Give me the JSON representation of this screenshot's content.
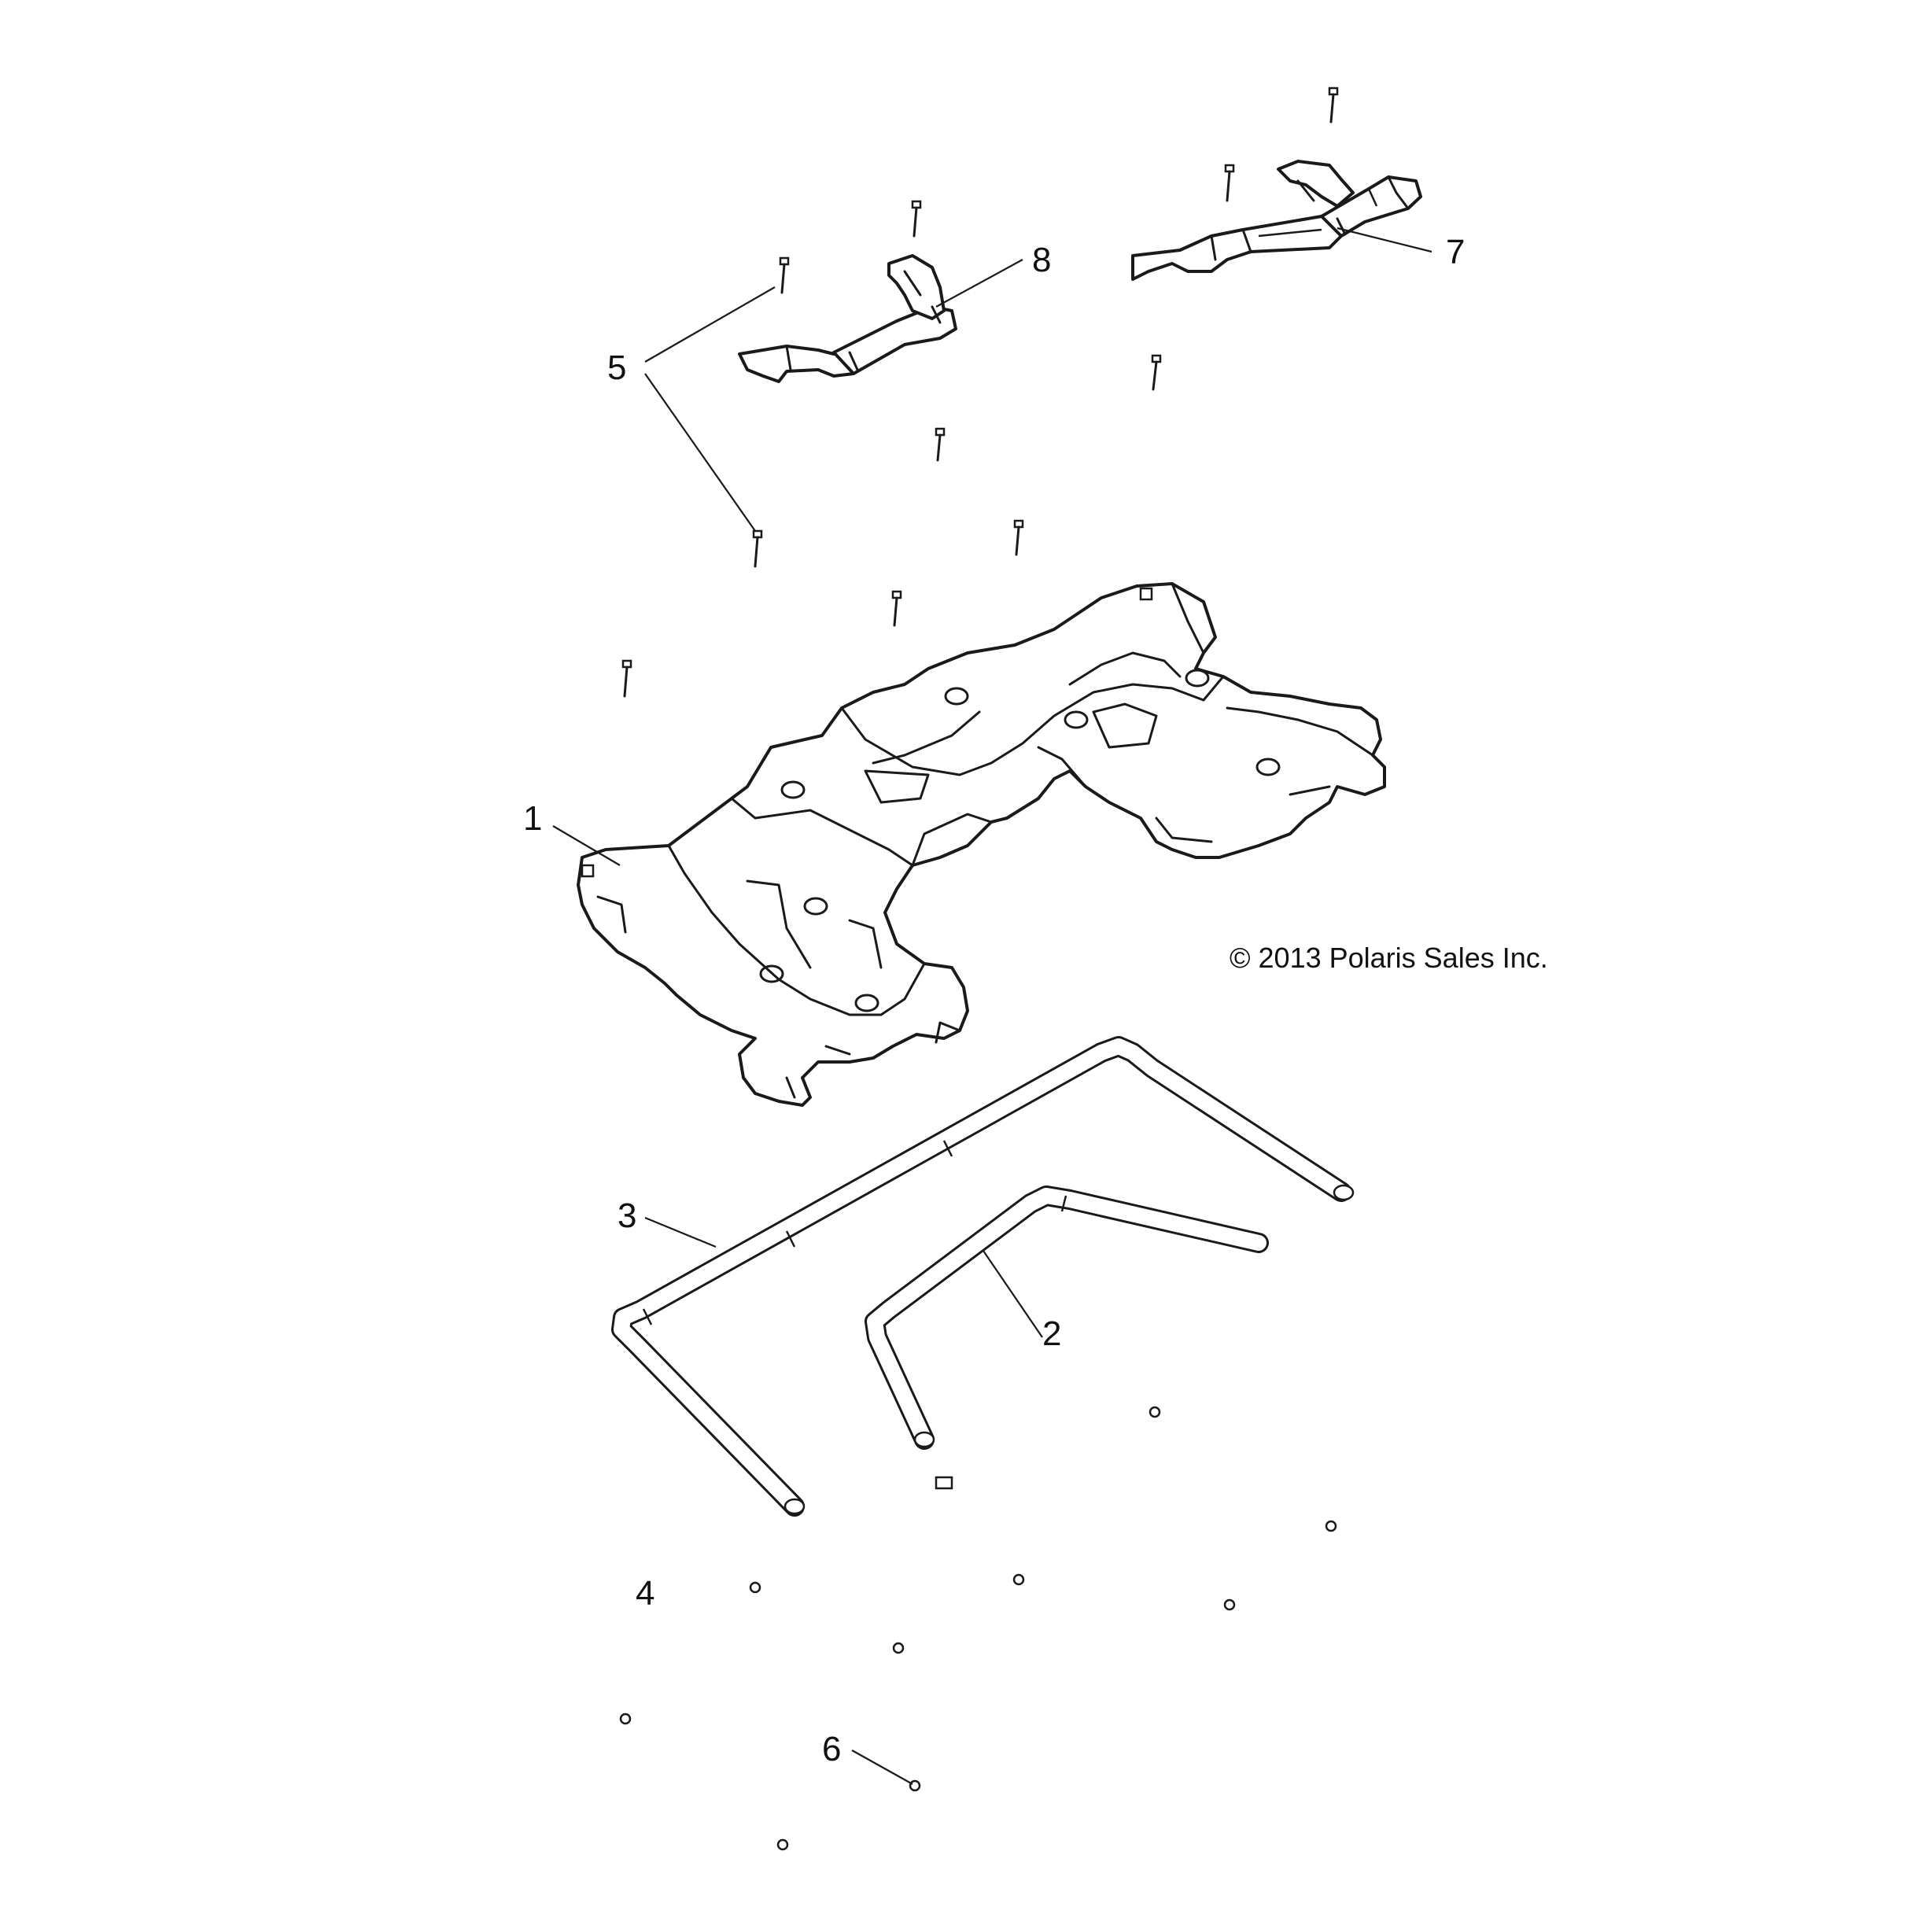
{
  "callouts": {
    "c1": "1",
    "c2": "2",
    "c3": "3",
    "c4": "4",
    "c5": "5",
    "c6": "6",
    "c7": "7",
    "c8": "8"
  },
  "copyright": "© 2013 Polaris Sales Inc."
}
